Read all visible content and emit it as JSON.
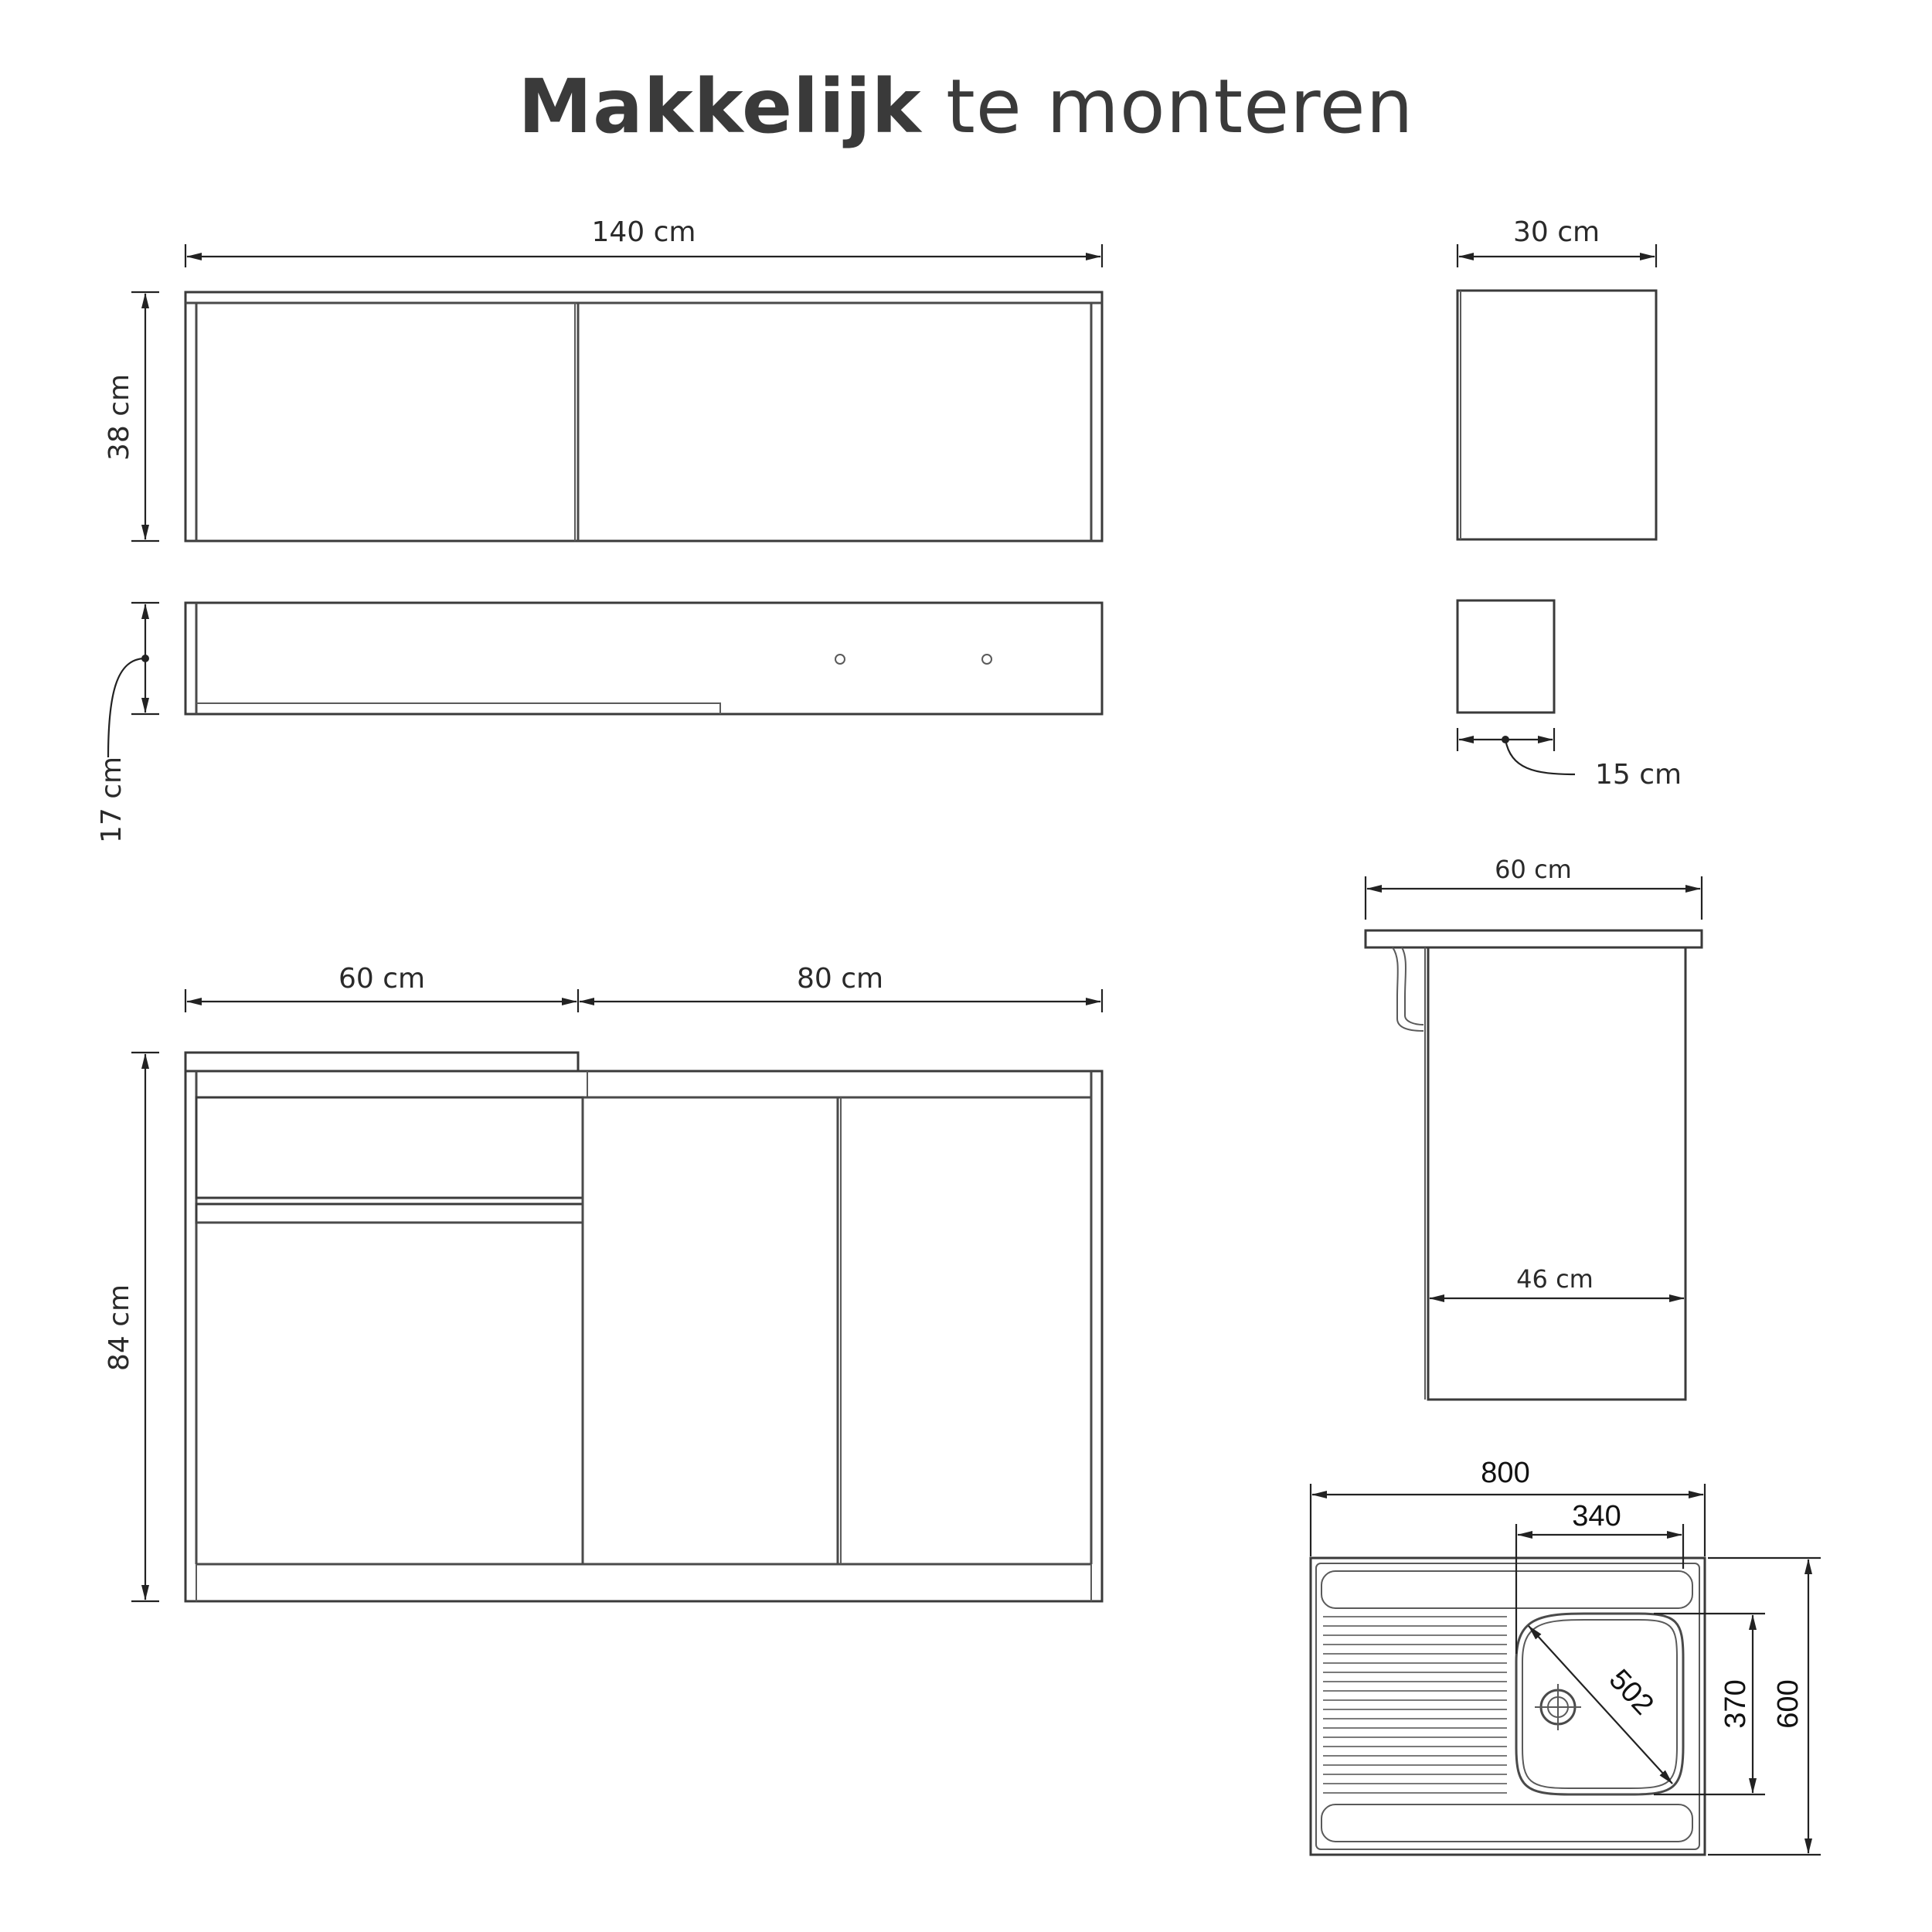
{
  "title": {
    "bold": "Makkelijk",
    "light": " te monteren"
  },
  "upper_cabinet": {
    "width": "140 cm",
    "height": "38 cm",
    "depth": "30 cm"
  },
  "shelf": {
    "height": "17 cm",
    "depth": "15 cm"
  },
  "base_cabinet": {
    "left_width": "60 cm",
    "right_width": "80 cm",
    "height": "84 cm",
    "side_top_depth": "60 cm",
    "side_body_depth": "46 cm"
  },
  "sink": {
    "width": "800",
    "bowl_width": "340",
    "bowl_diagonal": "502",
    "bowl_depth": "370",
    "depth": "600"
  }
}
